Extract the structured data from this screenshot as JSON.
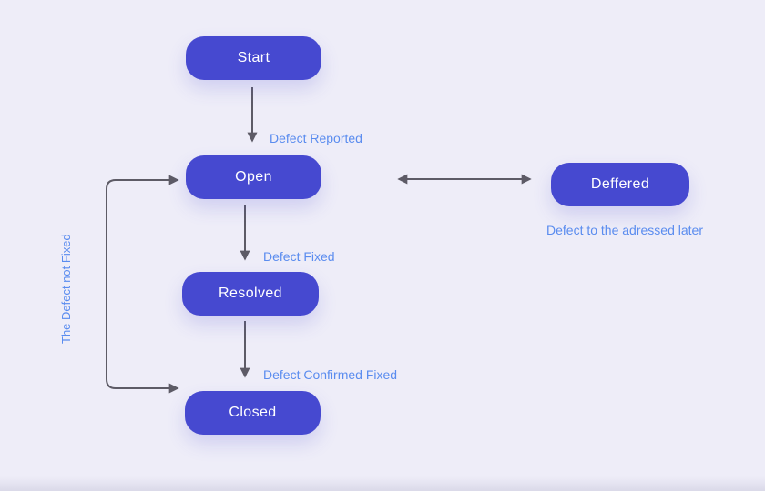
{
  "colors": {
    "background": "#EEEDF8",
    "node_fill": "#4649D0",
    "node_text": "#FFFFFF",
    "edge_label": "#5A8CEF",
    "arrow": "#5D5B66"
  },
  "nodes": {
    "start": {
      "label": "Start"
    },
    "open": {
      "label": "Open"
    },
    "deffered": {
      "label": "Deffered",
      "note": "Defect to the adressed later"
    },
    "resolved": {
      "label": "Resolved"
    },
    "closed": {
      "label": "Closed"
    }
  },
  "connections": [
    {
      "from": "start",
      "to": "open",
      "label": "Defect Reported",
      "bidirectional": false
    },
    {
      "from": "open",
      "to": "resolved",
      "label": "Defect Fixed",
      "bidirectional": false
    },
    {
      "from": "resolved",
      "to": "closed",
      "label": "Defect Confirmed Fixed",
      "bidirectional": false
    },
    {
      "from": "closed",
      "to": "open",
      "label": "The Defect not Fixed",
      "bidirectional": true
    },
    {
      "from": "open",
      "to": "deffered",
      "label": "",
      "bidirectional": true
    }
  ]
}
